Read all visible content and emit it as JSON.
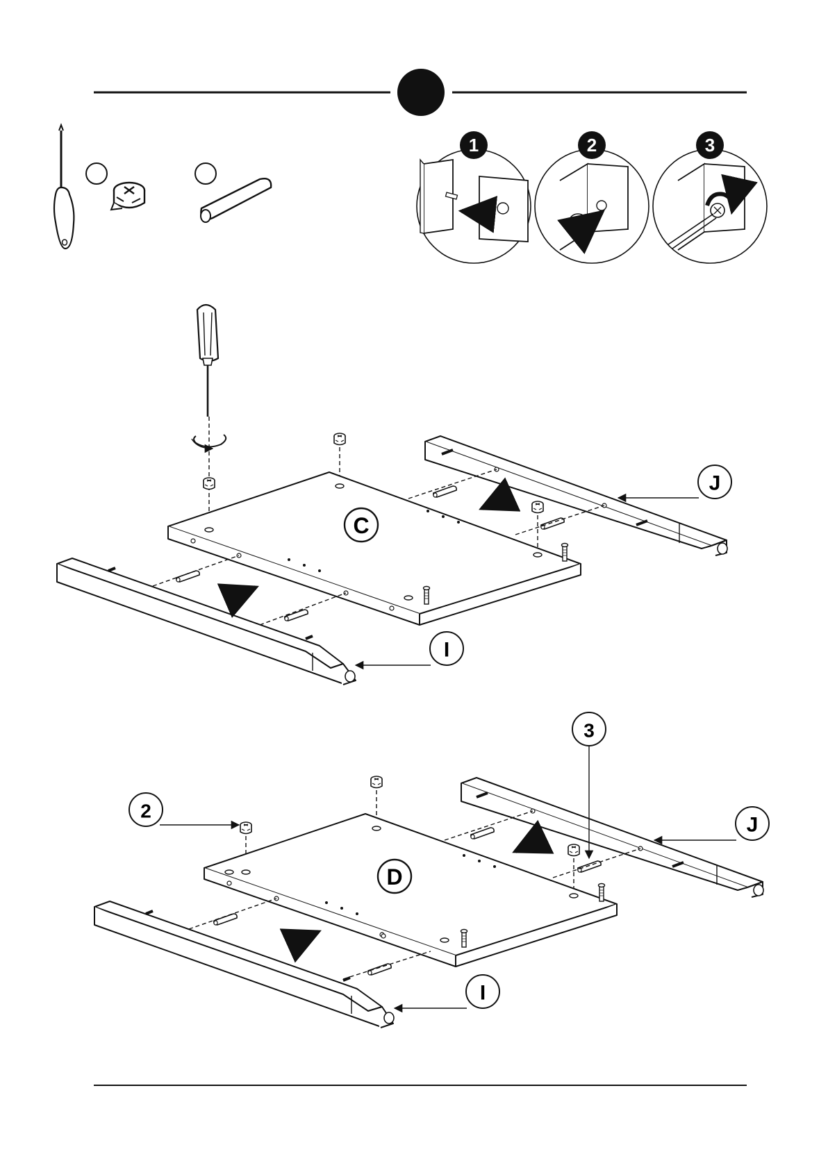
{
  "header": {
    "step_badge": ""
  },
  "parts": {
    "tool": "screwdriver-icon",
    "part_a": {
      "number": "",
      "icon": "cam-lock-icon"
    },
    "part_b": {
      "number": "",
      "icon": "wooden-dowel-icon"
    }
  },
  "detail_steps": [
    {
      "number": "1"
    },
    {
      "number": "2"
    },
    {
      "number": "3"
    }
  ],
  "assembly_top": {
    "panel": "C",
    "rail_back": "J",
    "rail_front": "I"
  },
  "assembly_bottom": {
    "panel": "D",
    "rail_back": "J",
    "rail_front": "I",
    "callout_cam": "2",
    "callout_dowel": "3"
  },
  "colors": {
    "ink": "#111111",
    "paper": "#ffffff"
  }
}
